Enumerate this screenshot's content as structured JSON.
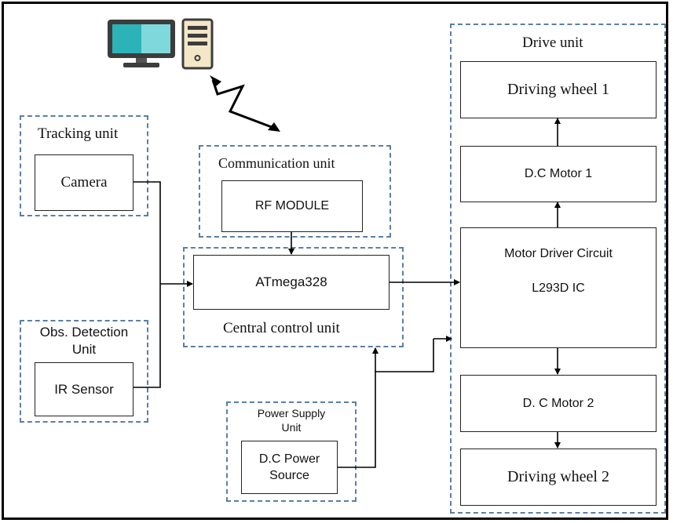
{
  "groups": {
    "tracking": "Tracking unit",
    "obstacle_line1": "Obs. Detection",
    "obstacle_line2": "Unit",
    "communication": "Communication unit",
    "central": "Central control unit",
    "power_line1": "Power Supply",
    "power_line2": "Unit",
    "drive": "Drive unit"
  },
  "blocks": {
    "camera": "Camera",
    "ir_sensor": "IR Sensor",
    "rf_module": "RF MODULE",
    "mcu": "ATmega328",
    "power_line1": "D.C Power",
    "power_line2": "Source",
    "driving_wheel_1": "Driving wheel 1",
    "dc_motor_1": "D.C Motor 1",
    "driver_title": "Motor Driver Circuit",
    "driver_ic": "L293D IC",
    "dc_motor_2": "D. C Motor 2",
    "driving_wheel_2": "Driving wheel 2"
  },
  "icons": {
    "computer": "computer-icon",
    "wireless": "wireless-link-icon"
  },
  "colors": {
    "group_border": "#5b7fa6",
    "monitor_screen": "#2bb3b8",
    "monitor_frame": "#3c3c3c",
    "tower": "#f3e7c8"
  }
}
